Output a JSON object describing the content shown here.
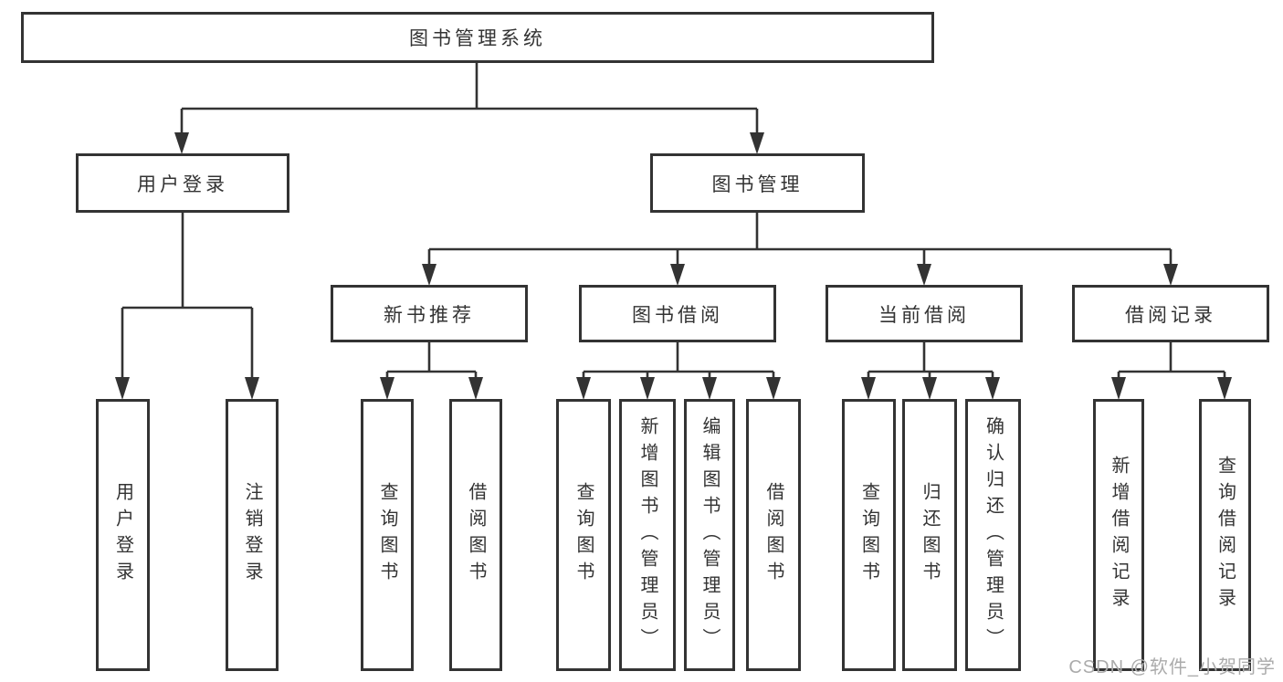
{
  "diagram": {
    "root": "图书管理系统",
    "level2": [
      "用户登录",
      "图书管理"
    ],
    "level3": [
      "新书推荐",
      "图书借阅",
      "当前借阅",
      "借阅记录"
    ],
    "leaves": {
      "user_login": [
        "用户登录",
        "注销登录"
      ],
      "new_book_recommend": [
        "查询图书",
        "借阅图书"
      ],
      "book_borrow": [
        "查询图书",
        "新增图书（管理员）",
        "编辑图书（管理员）",
        "借阅图书"
      ],
      "current_borrow": [
        "查询图书",
        "归还图书",
        "确认归还（管理员）"
      ],
      "borrow_record": [
        "新增借阅记录",
        "查询借阅记录"
      ]
    },
    "colors": {
      "line": "#333333",
      "border": "#333333",
      "text": "#333333",
      "watermark": "#ababab",
      "background": "#ffffff"
    }
  },
  "watermark": "CSDN @软件_小贺同学"
}
